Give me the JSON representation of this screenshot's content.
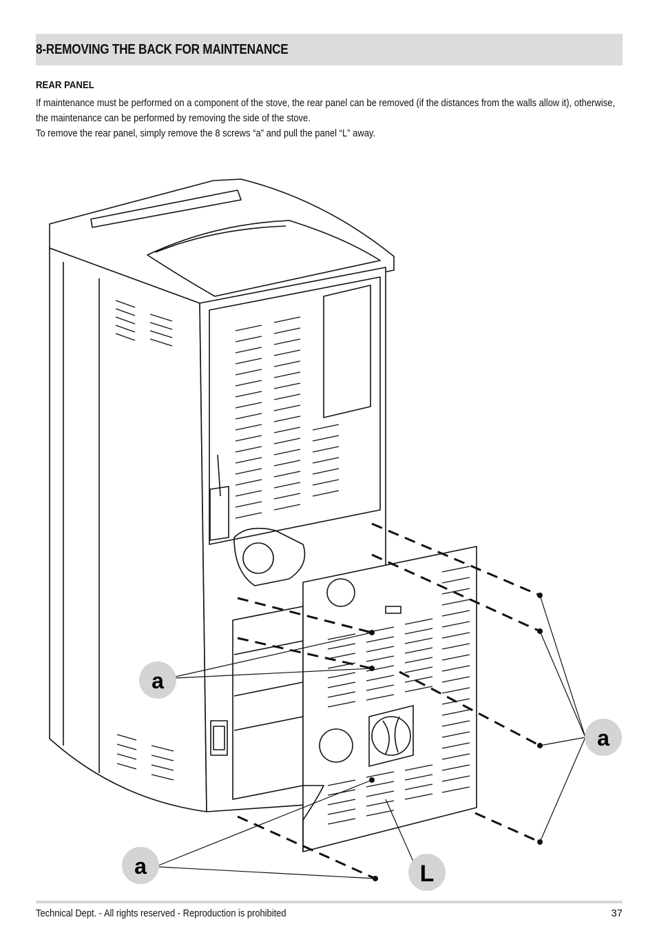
{
  "header": {
    "title": "8-REMOVING THE BACK FOR MAINTENANCE"
  },
  "section": {
    "subtitle": "REAR PANEL",
    "paragraph1": "If maintenance must be performed on a component of the stove, the rear panel can be removed (if the distances from the walls allow it), otherwise, the maintenance can be performed by removing the side of the stove.",
    "paragraph2": "To remove the rear panel, simply remove the 8 screws “a” and pull the panel “L” away."
  },
  "figure": {
    "callouts": {
      "a_left_mid": "a",
      "a_right": "a",
      "a_bottom_left": "a",
      "L_panel": "L"
    }
  },
  "footer": {
    "text": "Technical Dept. - All rights reserved - Reproduction is prohibited",
    "page_number": "37"
  }
}
